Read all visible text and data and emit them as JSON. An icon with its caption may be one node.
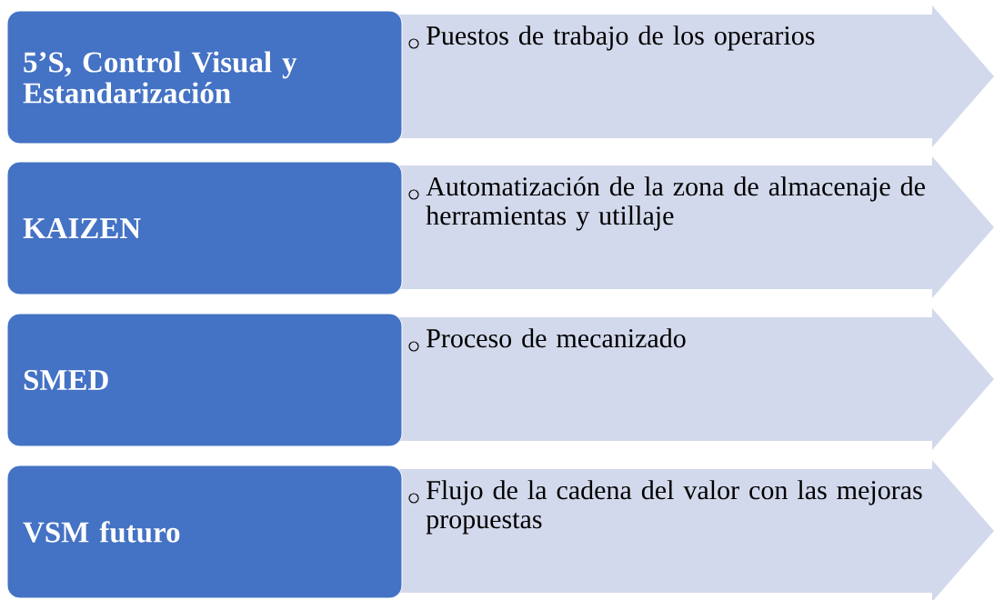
{
  "diagram": {
    "nodes": [
      {
        "text": [
          "5’S, Control Visual y Estandarización"
        ]
      },
      {
        "text": [
          "Puestos de trabajo de los operarios"
        ]
      },
      {
        "text": [
          "KAIZEN"
        ]
      },
      {
        "text": [
          "Automatización de la zona de almacenaje de herramientas y utillaje"
        ]
      },
      {
        "text": [
          "SMED"
        ]
      },
      {
        "text": [
          "Proceso de mecanizado"
        ]
      },
      {
        "text": [
          "VSM futuro"
        ]
      },
      {
        "text": [
          "Flujo de la cadena del valor con las mejoras propuestas"
        ]
      }
    ]
  }
}
